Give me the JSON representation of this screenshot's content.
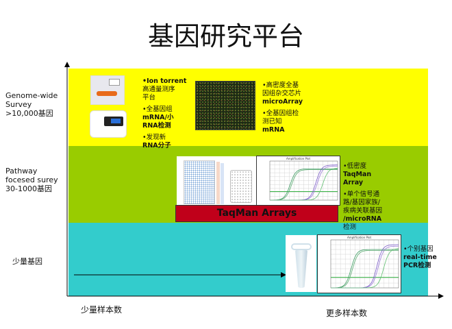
{
  "title": "基因研究平台",
  "rows": [
    {
      "label": [
        "Genome-wide",
        "Survey",
        ">10,000基因"
      ]
    },
    {
      "label": [
        "Pathway",
        "focesed surey",
        "30-1000基因"
      ]
    },
    {
      "label": [
        "少量基因"
      ]
    }
  ],
  "x_axis": {
    "left": "少量样本数",
    "right": "更多样本数"
  },
  "genome": {
    "col1": [
      "•Ion torrent",
      "高通量测序",
      "平台",
      "•全基因组",
      "mRNA/小",
      "RNA检测",
      "•发现新",
      "RNA分子"
    ],
    "col2": [
      "•高密度全基",
      "因组杂交芯片",
      "microArray",
      "•全基因组检",
      "测已知",
      "mRNA"
    ]
  },
  "pathway": {
    "banner": "TaqMan Arrays",
    "text": [
      "•低密度",
      "TaqMan",
      "Array",
      "•单个信号通",
      "路/基因家族/",
      "疾病关联基因",
      "/microRNA",
      "检测"
    ]
  },
  "few": {
    "text": [
      "•个别基因",
      "real-time",
      "PCR检测"
    ]
  },
  "plot_title": "Amplification Plot",
  "colors": {
    "yellow": "#ffff00",
    "green": "#99cc00",
    "cyan": "#33cccc",
    "red": "#c0001a"
  }
}
